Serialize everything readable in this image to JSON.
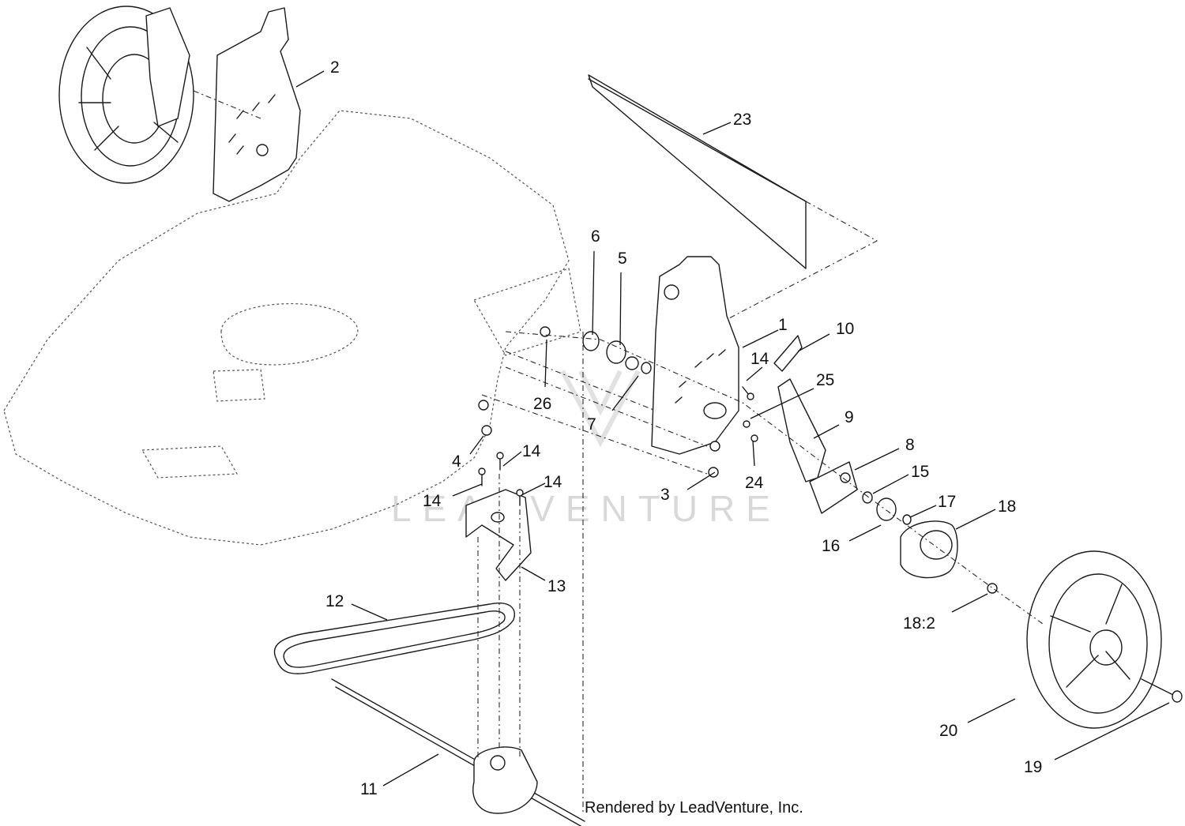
{
  "diagram": {
    "callouts": [
      {
        "id": "c1",
        "text": "1"
      },
      {
        "id": "c2",
        "text": "2"
      },
      {
        "id": "c3",
        "text": "3"
      },
      {
        "id": "c4",
        "text": "4"
      },
      {
        "id": "c5",
        "text": "5"
      },
      {
        "id": "c6",
        "text": "6"
      },
      {
        "id": "c7",
        "text": "7"
      },
      {
        "id": "c8",
        "text": "8"
      },
      {
        "id": "c9",
        "text": "9"
      },
      {
        "id": "c10",
        "text": "10"
      },
      {
        "id": "c11",
        "text": "11"
      },
      {
        "id": "c12",
        "text": "12"
      },
      {
        "id": "c13",
        "text": "13"
      },
      {
        "id": "c14a",
        "text": "14"
      },
      {
        "id": "c14b",
        "text": "14"
      },
      {
        "id": "c14c",
        "text": "14"
      },
      {
        "id": "c14d",
        "text": "14"
      },
      {
        "id": "c15",
        "text": "15"
      },
      {
        "id": "c16",
        "text": "16"
      },
      {
        "id": "c17",
        "text": "17"
      },
      {
        "id": "c18",
        "text": "18"
      },
      {
        "id": "c18b",
        "text": "18:2"
      },
      {
        "id": "c19",
        "text": "19"
      },
      {
        "id": "c20",
        "text": "20"
      },
      {
        "id": "c23",
        "text": "23"
      },
      {
        "id": "c24",
        "text": "24"
      },
      {
        "id": "c25",
        "text": "25"
      },
      {
        "id": "c26",
        "text": "26"
      }
    ],
    "watermark": "LEADVENTURE",
    "credit": "Rendered by LeadVenture, Inc."
  }
}
